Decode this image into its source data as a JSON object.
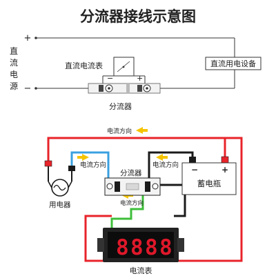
{
  "title": "分流器接线示意图",
  "top_diagram": {
    "plus_sign": "+",
    "minus_sign": "−",
    "dc_source_chars": [
      "直",
      "流",
      "电",
      "源"
    ],
    "ammeter_label": "直流电流表",
    "ammeter_minus": "−",
    "ammeter_plus": "+",
    "device_label": "直流用电设备",
    "shunt_label": "分流器"
  },
  "bottom_diagram": {
    "current_direction": "电流方向",
    "shunt_label": "分流器",
    "battery_label": "蓄电瓶",
    "battery_minus": "−",
    "battery_plus": "+",
    "load_label": "用电器",
    "meter_label": "电流表",
    "meter_digits": [
      "8",
      "8",
      "8",
      "8"
    ]
  },
  "colors": {
    "wire_red": "#e8232a",
    "wire_black": "#1a1a1a",
    "wire_blue": "#3aa0e0",
    "wire_green": "#3dbe3a",
    "arrow_yellow": "#f5c400",
    "segment_red": "#e0182a"
  }
}
